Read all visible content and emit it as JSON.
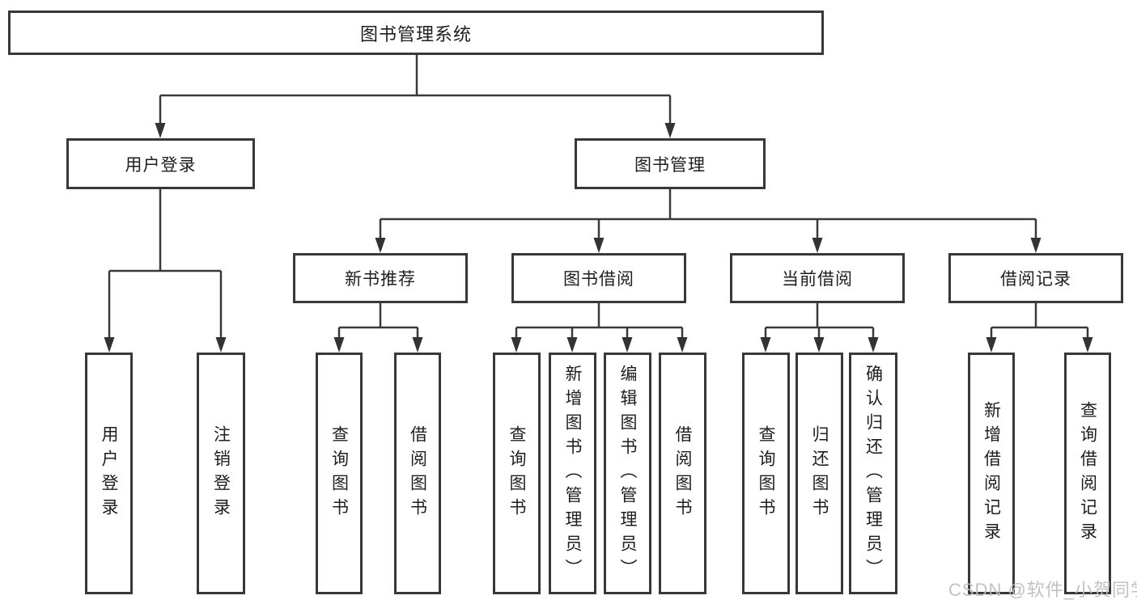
{
  "diagram": {
    "title": "图书管理系统",
    "level2": [
      "用户登录",
      "图书管理"
    ],
    "level3": [
      "新书推荐",
      "图书借阅",
      "当前借阅",
      "借阅记录"
    ],
    "leaf_groups": [
      {
        "parent": "用户登录",
        "items": [
          "用户登录",
          "注销登录"
        ]
      },
      {
        "parent": "新书推荐",
        "items": [
          "查询图书",
          "借阅图书"
        ]
      },
      {
        "parent": "图书借阅",
        "items": [
          "查询图书",
          "新增图书（管理员）",
          "编辑图书（管理员）",
          "借阅图书"
        ]
      },
      {
        "parent": "当前借阅",
        "items": [
          "查询图书",
          "归还图书",
          "确认归还（管理员）"
        ]
      },
      {
        "parent": "借阅记录",
        "items": [
          "新增借阅记录",
          "查询借阅记录"
        ]
      }
    ]
  },
  "watermark": "CSDN @软件_小贺同学",
  "colors": {
    "line": "#3a3a3a",
    "box_border": "#383838",
    "text": "#1e1e1e",
    "watermark": "#bcbcbc",
    "background": "#ffffff"
  }
}
